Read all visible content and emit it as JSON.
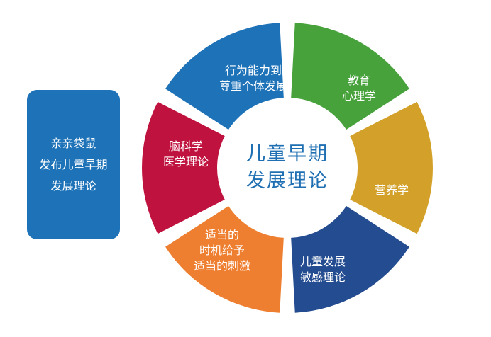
{
  "side_card": {
    "lines": [
      "亲亲袋鼠",
      "发布儿童早期",
      "发展理论"
    ],
    "color": "#1e73b8"
  },
  "center": {
    "lines": [
      "儿童早期",
      "发展理论"
    ],
    "color": "#1f6fb3"
  },
  "segments": [
    {
      "id": "behavior",
      "lines": [
        "行为能力到",
        "尊重个体发展"
      ],
      "color": "#1e72b8"
    },
    {
      "id": "education",
      "lines": [
        "教育",
        "心理学"
      ],
      "color": "#47a23c"
    },
    {
      "id": "nutrition",
      "lines": [
        "营养学"
      ],
      "color": "#d3a12a"
    },
    {
      "id": "sensitive",
      "lines": [
        "儿童发展",
        "敏感理论"
      ],
      "color": "#244c90"
    },
    {
      "id": "stimulation",
      "lines": [
        "适当的",
        "时机给予",
        "适当的刺激"
      ],
      "color": "#ee7f31"
    },
    {
      "id": "brain",
      "lines": [
        "脑科学",
        "医学理论"
      ],
      "color": "#c0123f"
    }
  ]
}
